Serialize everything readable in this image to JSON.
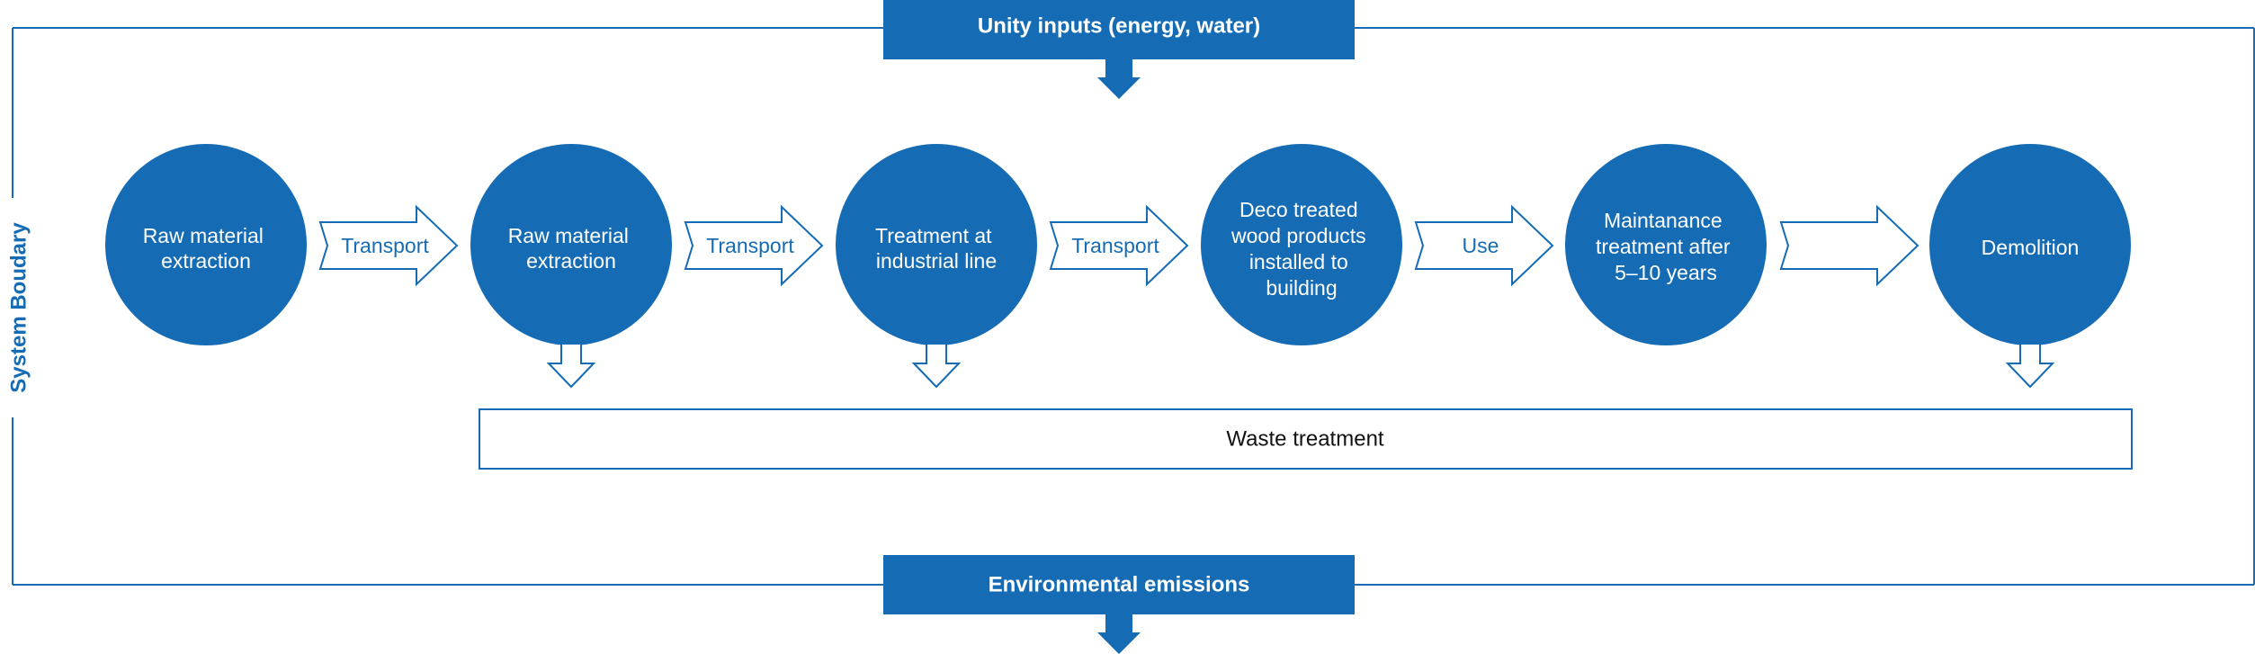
{
  "colors": {
    "primary": "#156cb5",
    "white": "#ffffff",
    "text_dark": "#111111"
  },
  "boundary_label": "System Boudary",
  "top_box": {
    "label": "Unity inputs (energy, water)"
  },
  "bottom_box": {
    "label": "Environmental emissions"
  },
  "stages": [
    {
      "lines": [
        "Raw material",
        "extraction"
      ]
    },
    {
      "lines": [
        "Raw material",
        "extraction"
      ]
    },
    {
      "lines": [
        "Treatment at",
        "industrial line"
      ]
    },
    {
      "lines": [
        "Deco treated",
        "wood products",
        "installed to",
        "building"
      ]
    },
    {
      "lines": [
        "Maintanance",
        "treatment after",
        "5–10 years"
      ]
    },
    {
      "lines": [
        "Demolition"
      ]
    }
  ],
  "connectors": [
    {
      "label": "Transport"
    },
    {
      "label": "Transport"
    },
    {
      "label": "Transport"
    },
    {
      "label": "Use"
    },
    {
      "label": ""
    }
  ],
  "waste_box": {
    "label": "Waste treatment"
  }
}
